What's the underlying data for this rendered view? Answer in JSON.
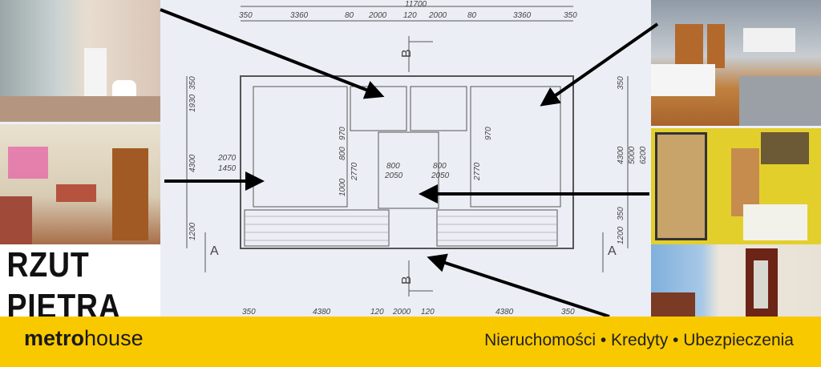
{
  "title_label": {
    "line1": "RZUT",
    "line2": "PIETRA"
  },
  "footer": {
    "logo_bold": "metro",
    "logo_light": "house",
    "tagline": "Nieruchomości • Kredyty • Ubezpieczenia"
  },
  "plan": {
    "total_width": "11700",
    "top_dims": [
      "350",
      "3360",
      "80",
      "2000",
      "120",
      "2000",
      "80",
      "3360",
      "350"
    ],
    "bottom_dims": [
      "350",
      "4380",
      "120",
      "2000",
      "120",
      "4380",
      "350"
    ],
    "left_dims": [
      "350",
      "1930",
      "4300",
      "1200"
    ],
    "right_dims": [
      "350",
      "4300",
      "5000",
      "6200",
      "350",
      "1200"
    ],
    "inner_dims": [
      "2070",
      "1450",
      "800",
      "2050",
      "800",
      "2050",
      "2770",
      "2770",
      "1000",
      "800",
      "970",
      "970"
    ],
    "section_marks": [
      "A",
      "A",
      "B",
      "B"
    ]
  },
  "colors": {
    "brand_yellow": "#f9c900"
  }
}
